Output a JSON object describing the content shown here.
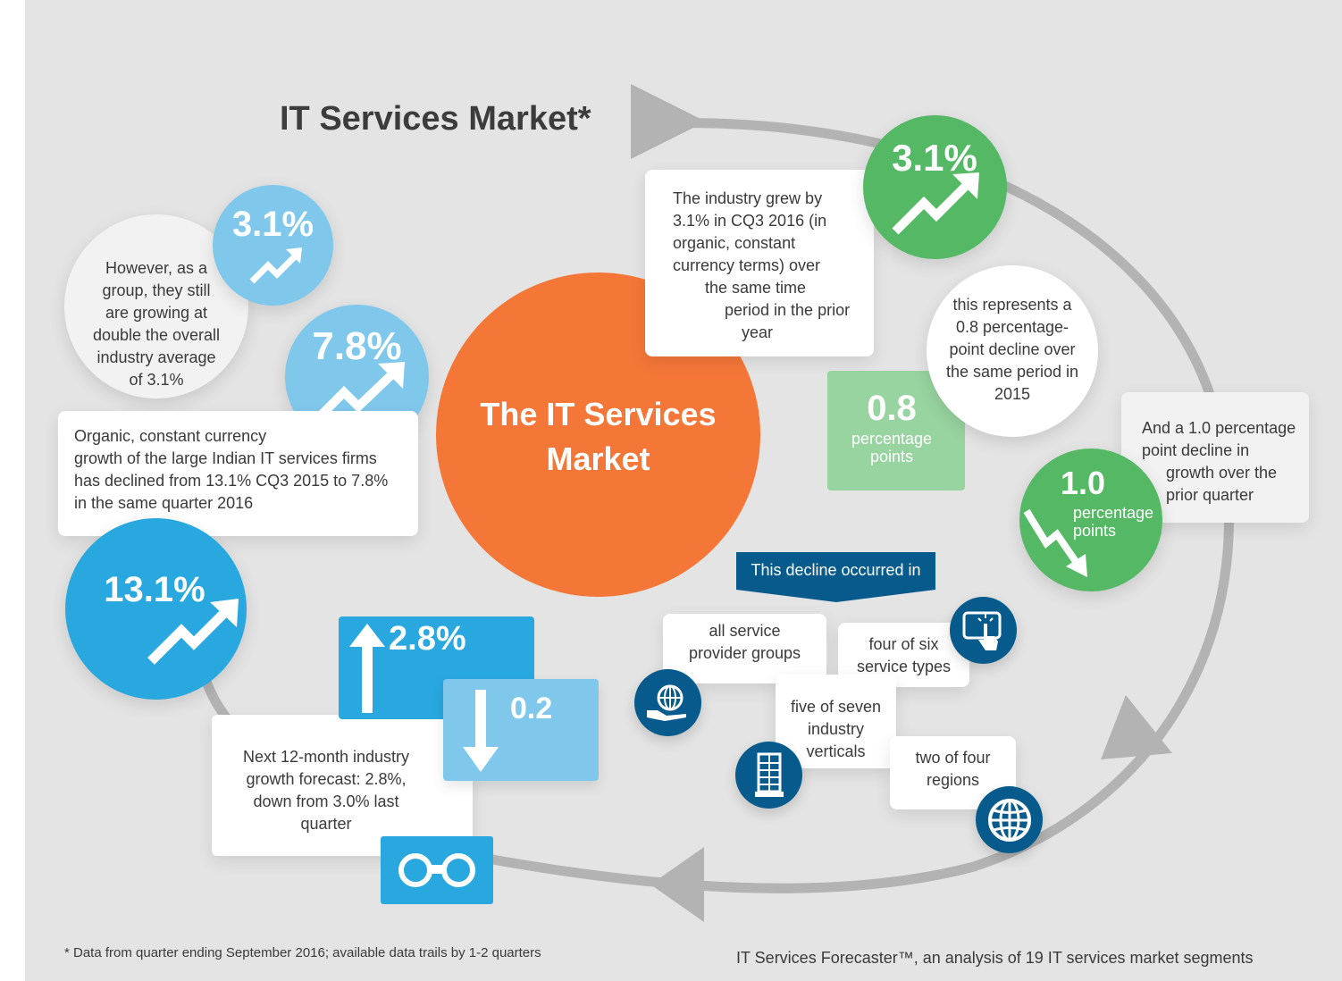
{
  "title": "IT Services Market*",
  "center": {
    "label_line1": "The IT Services",
    "label_line2": "Market"
  },
  "colors": {
    "background": "#e4e4e4",
    "center_orange": "#f47738",
    "light_blue": "#7fc8ec",
    "blue": "#29a8e0",
    "green": "#54b864",
    "light_green": "#98d4a0",
    "navy": "#065a8c",
    "ring_gray": "#b3b3b3"
  },
  "left_group": {
    "bubble_text": [
      "However, as a",
      "group, they still",
      "are growing at",
      "double the overall",
      "industry average",
      "of 3.1%"
    ],
    "stat_3_1": "3.1%",
    "stat_7_8": "7.8%",
    "organic_text": [
      "Organic, constant currency",
      "growth of the large Indian IT services firms",
      "has declined from 13.1% CQ3 2015 to 7.8%",
      "in the same quarter 2016"
    ],
    "stat_13_1": "13.1%"
  },
  "forecast": {
    "up_value": "2.8%",
    "down_value": "0.2",
    "text": [
      "Next 12-month industry",
      "growth forecast: 2.8%,",
      "down from 3.0% last",
      "quarter"
    ]
  },
  "industry_growth": {
    "text": [
      "The industry grew by",
      "3.1% in CQ3 2016 (in",
      "organic, constant",
      "currency terms) over",
      "the same time",
      "period in the prior",
      "year"
    ],
    "stat": "3.1%"
  },
  "decline_2015": {
    "text": [
      "this represents a",
      "0.8 percentage-",
      "point decline over",
      "the same period in",
      "2015"
    ],
    "value": "0.8",
    "unit_line1": "percentage",
    "unit_line2": "points"
  },
  "decline_quarter": {
    "text": [
      "And a 1.0 percentage",
      "point decline in",
      "growth over the",
      "prior quarter"
    ],
    "value": "1.0",
    "unit_line1": "percentage",
    "unit_line2": "points"
  },
  "decline_occurred": {
    "header": "This decline occurred in",
    "items": [
      {
        "line1": "all service",
        "line2": "provider groups",
        "icon": "hand-globe-icon"
      },
      {
        "line1": "four of six",
        "line2": "service types",
        "icon": "touch-screen-icon"
      },
      {
        "line1": "five of seven",
        "line2": "industry",
        "line3": "verticals",
        "icon": "building-icon"
      },
      {
        "line1": "two of four",
        "line2": "regions",
        "icon": "globe-icon"
      }
    ]
  },
  "footer": {
    "note": "* Data from quarter ending September 2016; available data trails by  1-2 quarters",
    "source": "IT Services Forecaster™, an analysis of 19 IT services market segments"
  }
}
